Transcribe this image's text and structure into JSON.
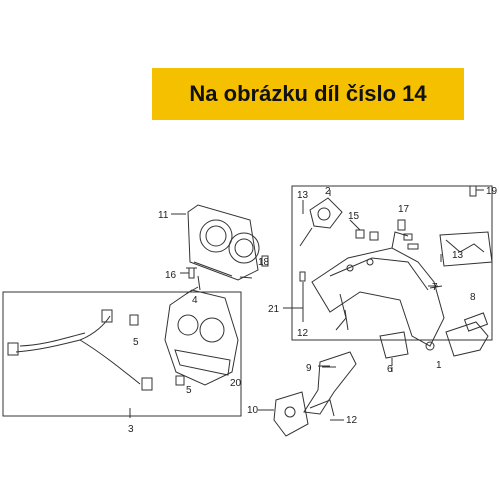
{
  "banner": {
    "text": "Na obrázku díl číslo 14",
    "color": "#f5c000"
  },
  "callouts": {
    "c1": "1",
    "c2": "2",
    "c3": "3",
    "c4": "4",
    "c5a": "5",
    "c5b": "5",
    "c6": "6",
    "c7": "7",
    "c8": "8",
    "c9": "9",
    "c10": "10",
    "c11": "11",
    "c12a": "12",
    "c12b": "12",
    "c13a": "13",
    "c13b": "13",
    "c15": "15",
    "c16": "16",
    "c17": "17",
    "c18": "18",
    "c19": "19",
    "c20": "20",
    "c21": "21"
  }
}
